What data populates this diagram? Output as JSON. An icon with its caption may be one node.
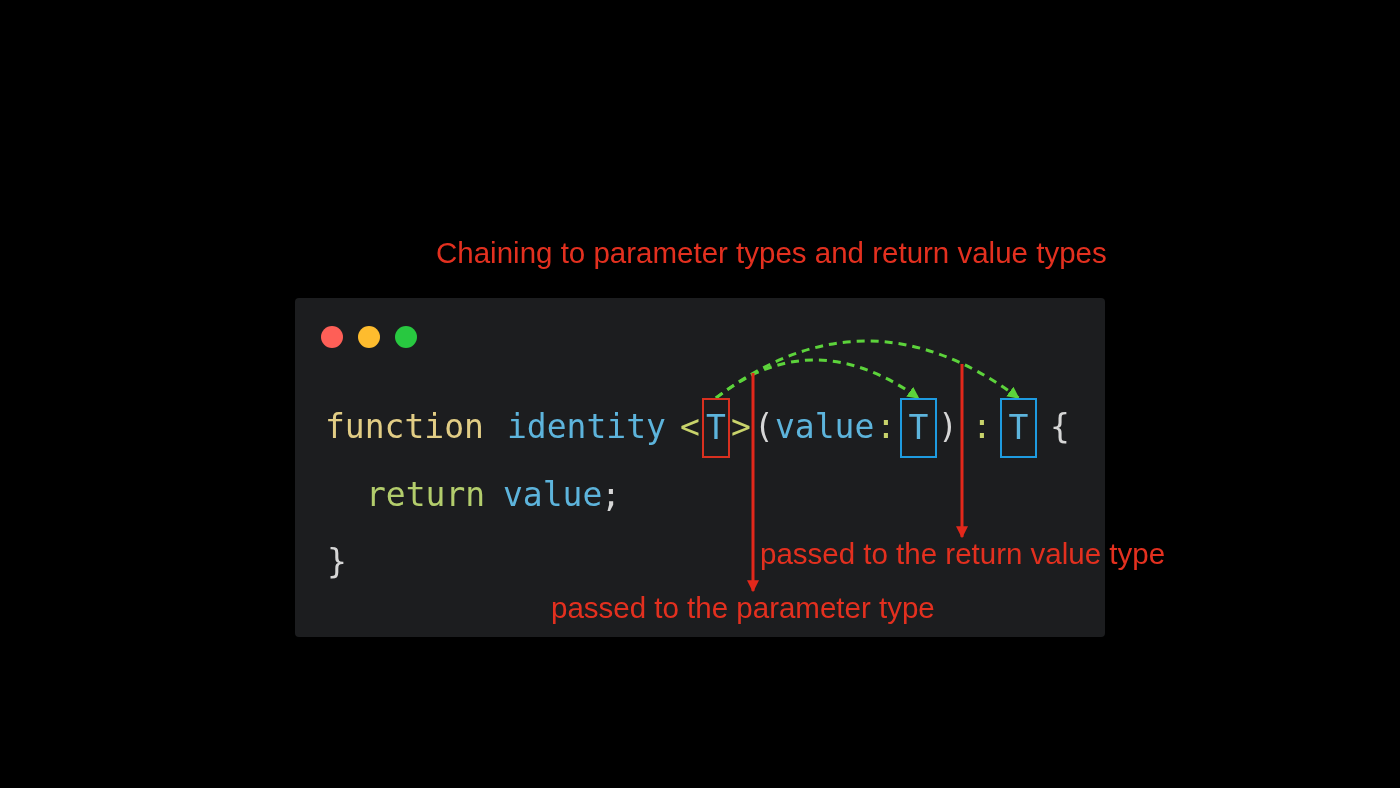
{
  "diagram": {
    "title": "Chaining to parameter types and return value types",
    "nodes": [
      {
        "text": [
          "function",
          "identity",
          "<",
          ">",
          "(",
          "value",
          ":",
          ")",
          ":",
          "{",
          "return",
          "value",
          ";",
          "}"
        ]
      },
      {
        "text": [
          "T"
        ],
        "in": 0
      },
      {
        "text": [
          "T"
        ],
        "in": 0
      },
      {
        "text": [
          "T"
        ],
        "in": 0
      },
      {
        "text": [
          "passed to the return value type"
        ]
      },
      {
        "text": [
          "passed to the parameter type"
        ],
        "in": 0
      }
    ],
    "edges": [
      {
        "from": 1,
        "to": 2,
        "arrow": "to",
        "style": "dashed",
        "color": "#5cd33b"
      },
      {
        "from": 1,
        "to": 3,
        "arrow": "to",
        "style": "dashed",
        "color": "#5cd33b"
      },
      {
        "from": null,
        "to": 5,
        "arrow": "to",
        "color": "#e2281b"
      },
      {
        "from": null,
        "to": 4,
        "arrow": "to",
        "color": "#e2281b"
      }
    ]
  }
}
